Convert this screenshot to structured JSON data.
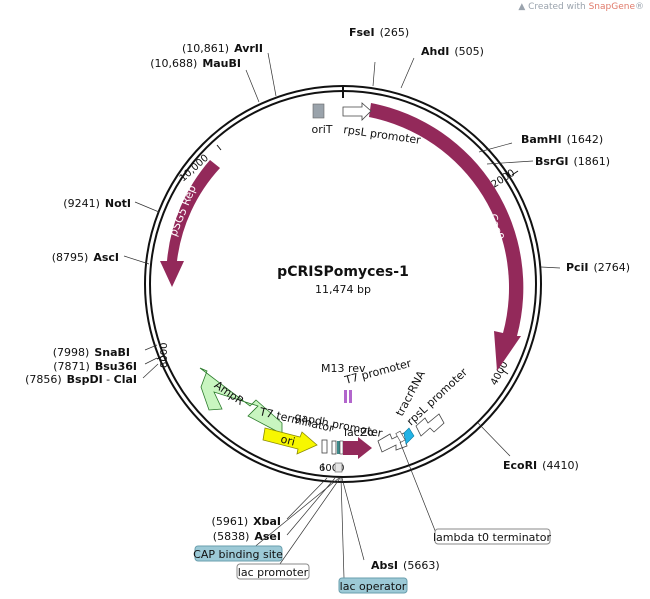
{
  "watermark": {
    "prefix": "Created with",
    "brand": "SnapGene",
    "mark": "®"
  },
  "plasmid": {
    "name": "pCRISPomyces-1",
    "length": "11,474 bp"
  },
  "ticks": [
    {
      "label": "2000"
    },
    {
      "label": "4000"
    },
    {
      "label": "6000"
    },
    {
      "label": "8000"
    },
    {
      "label": "10,000"
    }
  ],
  "sites": [
    {
      "name": "FseI",
      "pos": "(265)"
    },
    {
      "name": "AhdI",
      "pos": "(505)"
    },
    {
      "name": "BamHI",
      "pos": "(1642)"
    },
    {
      "name": "BsrGI",
      "pos": "(1861)"
    },
    {
      "name": "PciI",
      "pos": "(2764)"
    },
    {
      "name": "EcoRI",
      "pos": "(4410)"
    },
    {
      "name": "AbsI",
      "pos": "(5663)"
    },
    {
      "name": "AseI",
      "pos": "(5838)"
    },
    {
      "name": "XbaI",
      "pos": "(5961)"
    },
    {
      "name": "BspDI",
      "name2": "ClaI",
      "pos": "(7856)"
    },
    {
      "name": "Bsu36I",
      "pos": "(7871)"
    },
    {
      "name": "SnaBI",
      "pos": "(7998)"
    },
    {
      "name": "AscI",
      "pos": "(8795)"
    },
    {
      "name": "NotI",
      "pos": "(9241)"
    },
    {
      "name": "MauBI",
      "pos": "(10,688)"
    },
    {
      "name": "AvrII",
      "pos": "(10,861)"
    }
  ],
  "features": {
    "cas9": "Cas9",
    "psg5rep": "pSG5 Rep",
    "ampr": "AmpR",
    "ori": "ori",
    "lacz": "lacZα",
    "orit": "oriT",
    "rpsl_promoter": "rpsL promoter",
    "rpsl_promoter2": "rpsL promoter",
    "tracrrna": "tracrRNA",
    "m13rev": "M13 rev",
    "t7promoter": "T7 promoter",
    "gapdh_promoter": "gapdh promoter",
    "t7terminator": "T7 terminator"
  },
  "callouts": {
    "lambda_t0": "lambda t0 terminator",
    "cap_binding": "CAP binding site",
    "lac_promoter": "lac promoter",
    "lac_operator": "lac operator"
  },
  "colors": {
    "backbone": "#111111",
    "cas9": "#93295a",
    "psg5rep": "#93295a",
    "lacz": "#93295a",
    "ampr": "#c8f5c0",
    "ori": "#f7f700",
    "orit": "#9aa3ab",
    "m13rev": "#b266cc",
    "tracrrna": "#22b3e6",
    "promoter": "#ffffff",
    "callout_blue": "#9cc9d6",
    "callout_white": "#ffffff"
  }
}
